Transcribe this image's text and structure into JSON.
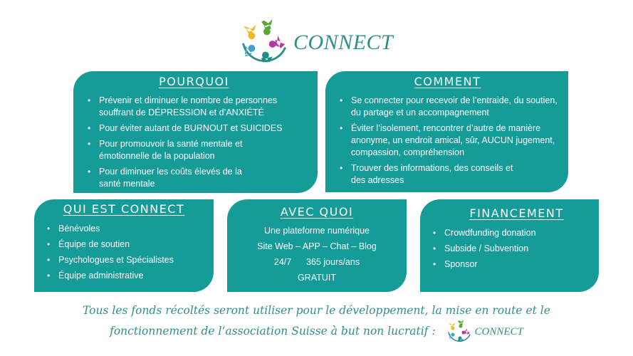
{
  "header": {
    "logo_text": "CONNECT",
    "logo_icon": "people-circle-logo-icon"
  },
  "colors": {
    "card_bg": "#169c98",
    "accent_text": "#2e8f8c",
    "logo_yellow": "#f5b81f",
    "logo_green": "#5aa632",
    "logo_magenta": "#b43a9b",
    "logo_blue": "#3aa6d0",
    "logo_teal": "#1f8e8a"
  },
  "cards": {
    "pourquoi": {
      "title": "POURQUOI",
      "items": [
        "Prévenir et diminuer le nombre de personnes souffrant de DÉPRESSION et d’ANXIÉTÉ",
        "Pour éviter autant de BURNOUT et SUICIDES",
        "Pour promouvoir  la santé mentale et émotionnelle de la population",
        "Pour diminuer les coûts élevés de la santé mentale"
      ]
    },
    "comment": {
      "title": "COMMENT",
      "items": [
        "Se connecter pour recevoir de l’entraide, du soutien, du partage et un accompagnement",
        "Éviter l’isolement, rencontrer d’autre de manière anonyme, un endroit amical, sûr, AUCUN jugement, compassion, compréhension",
        "Trouver des informations, des conseils et des adresses"
      ]
    },
    "qui": {
      "title": "QUI EST CONNECT",
      "items": [
        "Bénévoles",
        "Équipe de soutien",
        "Psychologues et Spécialistes",
        "Équipe administrative"
      ]
    },
    "avec": {
      "title": "AVEC QUOI",
      "lines": [
        "Une plateforme numérique",
        "Site Web – APP – Chat – Blog",
        "24/7      365 jours/ans",
        "GRATUIT"
      ]
    },
    "financement": {
      "title": "FINANCEMENT",
      "items": [
        "Crowdfunding donation",
        "Subside / Subvention",
        "Sponsor"
      ]
    }
  },
  "footer": {
    "line1": "Tous les fonds récoltés seront utiliser pour le développement, la mise en route et le",
    "line2": "fonctionnement de l’association Suisse à but non lucratif :",
    "logo_text": "CONNECT"
  }
}
